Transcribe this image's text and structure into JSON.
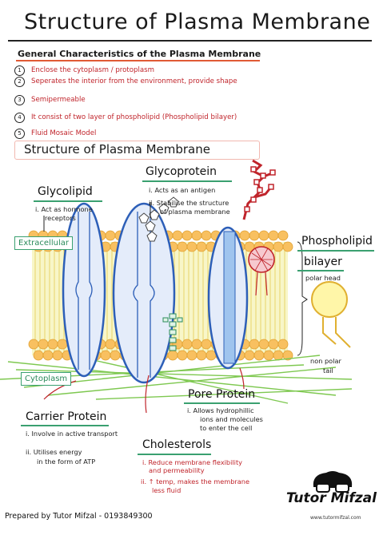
{
  "title": "Structure of Plasma Membrane",
  "general": {
    "heading": "General Characteristics of the Plasma Membrane",
    "items": [
      {
        "num": "1",
        "text": "Enclose the cytoplasm / protoplasm"
      },
      {
        "num": "2",
        "text": "Seperates the interior from the environment, provide shape"
      },
      {
        "num": "3",
        "text": "Semipermeable"
      },
      {
        "num": "4",
        "text": "It consist of two layer of phospholipid (Phospholipid bilayer)"
      },
      {
        "num": "5",
        "text": "Fluid Mosaic Model"
      }
    ]
  },
  "section_title": "Structure of Plasma Membrane",
  "glycoprotein": {
    "title": "Glycoprotein",
    "notes": [
      "i. Acts as an antigen",
      "ii. Stabilise the structure",
      "of plasma membrane"
    ]
  },
  "glycolipid": {
    "title": "Glycolipid",
    "notes": [
      "i. Act as hormone",
      "receptors"
    ]
  },
  "extracellular": "Extracellular",
  "cytoplasm": "Cytoplasm",
  "phospholipid": {
    "title_1": "Phospholipid",
    "title_2": "bilayer",
    "polar_head": "polar head",
    "nonpolar_1": "non polar",
    "nonpolar_2": "tail"
  },
  "pore_protein": {
    "title": "Pore Protein",
    "notes": [
      "i. Allows hydrophillic",
      "ions and molecules",
      "to enter the cell"
    ]
  },
  "carrier_protein": {
    "title": "Carrier Protein",
    "notes": [
      "i. Involve in active transport",
      "ii. Utilises energy",
      "in the form of ATP"
    ]
  },
  "cholesterols": {
    "title": "Cholesterols",
    "notes": [
      "i. Reduce membrane flexibility",
      "and permeability",
      "ii. ↑ temp, makes the membrane",
      "less fluid"
    ]
  },
  "footer": "Prepared by Tutor Mifzal - 0193849300",
  "logo": {
    "text": "Tutor Mifzal",
    "url": "www.tutormifzal.com"
  },
  "colors": {
    "accent_red": "#c0242b",
    "underline_orange": "#e05a35",
    "label_green": "#3aa070",
    "head_orange": "#f4b040",
    "protein_blue": "#2d5fb8"
  }
}
